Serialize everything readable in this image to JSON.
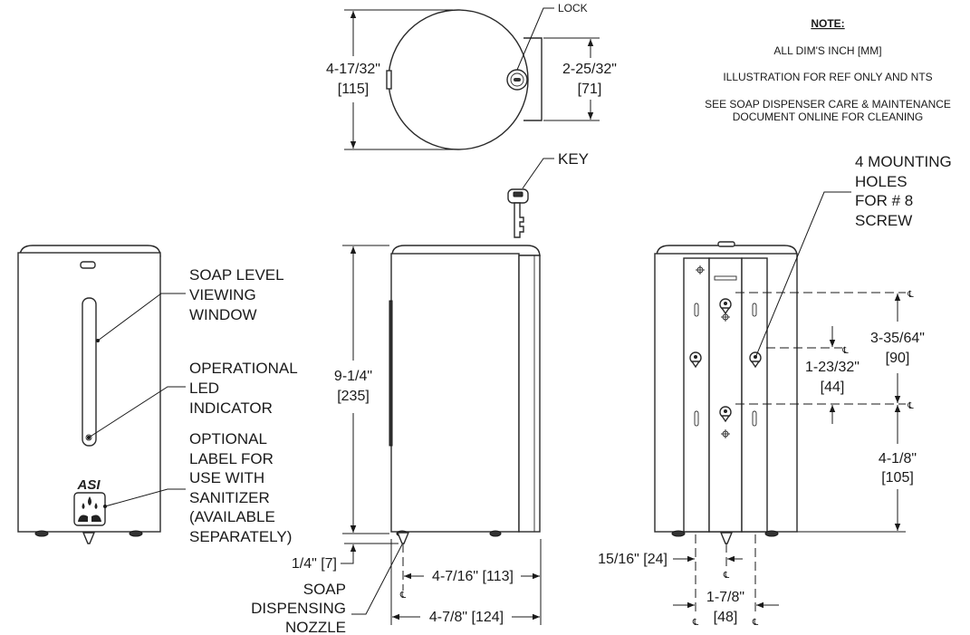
{
  "notes": {
    "title": "NOTE:",
    "line1": "ALL DIM'S INCH [MM]",
    "line2": "ILLUSTRATION FOR REF ONLY AND NTS",
    "line3a": "SEE SOAP DISPENSER CARE & MAINTENANCE",
    "line3b": "DOCUMENT ONLINE FOR CLEANING"
  },
  "top_view": {
    "lock_label": "LOCK",
    "height_in": "4-17/32\"",
    "height_mm": "[115]",
    "depth_in": "2-25/32\"",
    "depth_mm": "[71]"
  },
  "key_label": "KEY",
  "front_view": {
    "logo_text": "ASI",
    "soap_level": [
      "SOAP LEVEL",
      "VIEWING",
      "WINDOW"
    ],
    "led": [
      "OPERATIONAL",
      "LED",
      "INDICATOR"
    ],
    "label": [
      "OPTIONAL",
      "LABEL FOR",
      "USE WITH",
      "SANITIZER",
      "(AVAILABLE",
      "SEPARATELY)"
    ]
  },
  "side_view": {
    "height_in": "9-1/4\"",
    "height_mm": "[235]",
    "nozzle_offset": "1/4\" [7]",
    "nozzle": [
      "SOAP",
      "DISPENSING",
      "NOZZLE"
    ],
    "depth_nozzle": "4-7/16\" [113]",
    "depth_total": "4-7/8\" [124]",
    "cl_symbol": "℄"
  },
  "rear_view": {
    "mounting": [
      "4 MOUNTING",
      "HOLES",
      "FOR # 8",
      "SCREW"
    ],
    "vspace_in": "3-35/64\"",
    "vspace_mm": "[90]",
    "mid_in": "1-23/32\"",
    "mid_mm": "[44]",
    "bottom_in": "4-1/8\"",
    "bottom_mm": "[105]",
    "offset": "15/16\" [24]",
    "hspace_in": "1-7/8\"",
    "hspace_mm": "[48]",
    "cl_symbol": "℄"
  }
}
